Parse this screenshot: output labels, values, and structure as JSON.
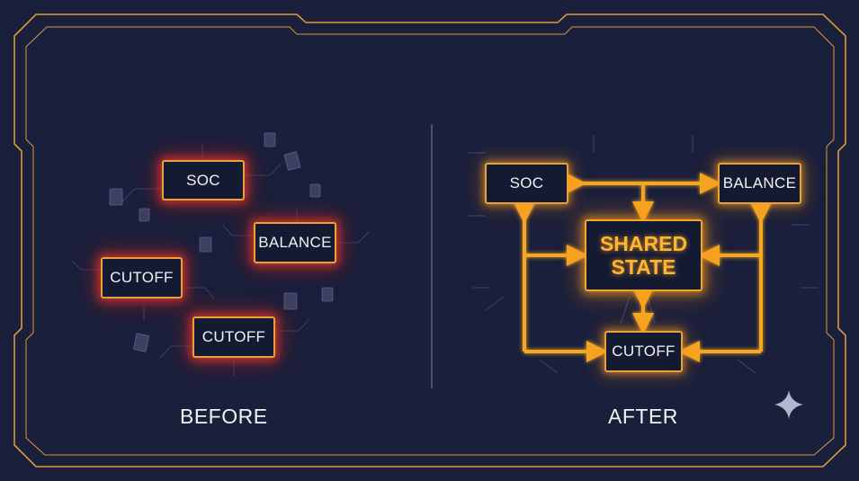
{
  "before": {
    "caption": "BEFORE",
    "nodes": {
      "soc": "SOC",
      "balance": "BALANCE",
      "cutoff_left": "CUTOFF",
      "cutoff_bottom": "CUTOFF"
    }
  },
  "after": {
    "caption": "AFTER",
    "nodes": {
      "soc": "SOC",
      "balance": "BALANCE",
      "cutoff": "CUTOFF"
    },
    "center": {
      "line1": "SHARED",
      "line2": "STATE"
    }
  },
  "colors": {
    "background": "#1a1f3b",
    "accent": "#f2a62c",
    "before_glow": "#d6352a"
  },
  "icons": [
    "sparkle-icon",
    "document-icon"
  ]
}
